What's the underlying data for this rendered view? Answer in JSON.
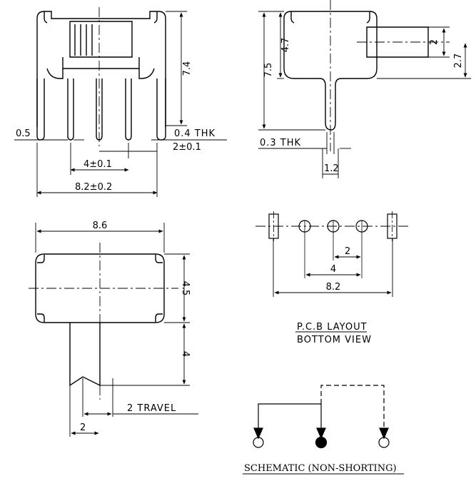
{
  "front_view": {
    "height": "7.4",
    "lead_width": "0.5",
    "lead_thickness": "0.4 THK",
    "pitch_half": "2±0.1",
    "pitch_full": "4±0.1",
    "body_width": "8.2±0.2"
  },
  "side_view": {
    "lever_width": "2",
    "lever_offset": "2.7",
    "upper_height": "4.7",
    "total_height": "7.5",
    "lead_thickness": "0.3 THK",
    "lead_width": "1.2"
  },
  "top_view": {
    "length": "8.6",
    "width": "4.5",
    "lever_length": "4",
    "travel": "2 TRAVEL",
    "lever_step": "2"
  },
  "pcb_layout": {
    "pitch_small": "2",
    "pitch_mid": "4",
    "pitch_total": "8.2",
    "title_line1": "P.C.B LAYOUT",
    "title_line2": "BOTTOM VIEW"
  },
  "schematic": {
    "title": "SCHEMATIC (NON-SHORTING)"
  }
}
